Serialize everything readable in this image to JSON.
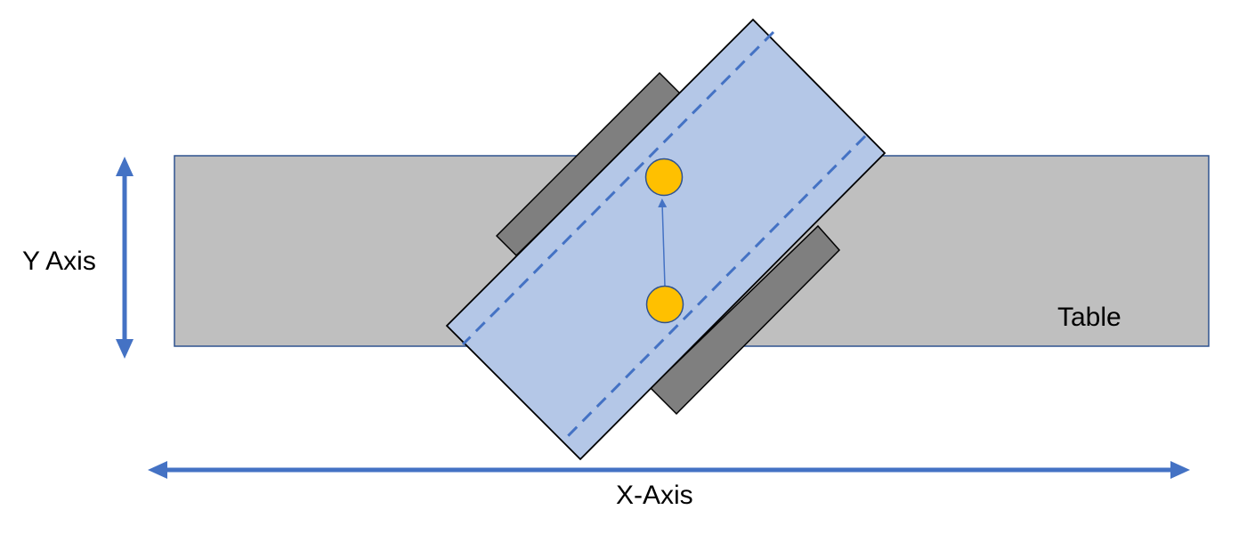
{
  "labels": {
    "y_axis": "Y Axis",
    "x_axis": "X-Axis",
    "table": "Table"
  },
  "colors": {
    "axis_arrow": "#4472C4",
    "table_fill": "#BFBFBF",
    "table_stroke": "#2F528F",
    "carriage_fill": "#B4C7E7",
    "carriage_stroke": "#000000",
    "rail_fill": "#7F7F7F",
    "centerline": "#4472C4",
    "marker_fill": "#FFC000",
    "marker_stroke": "#2F528F",
    "motion_arrow": "#4472C4"
  }
}
